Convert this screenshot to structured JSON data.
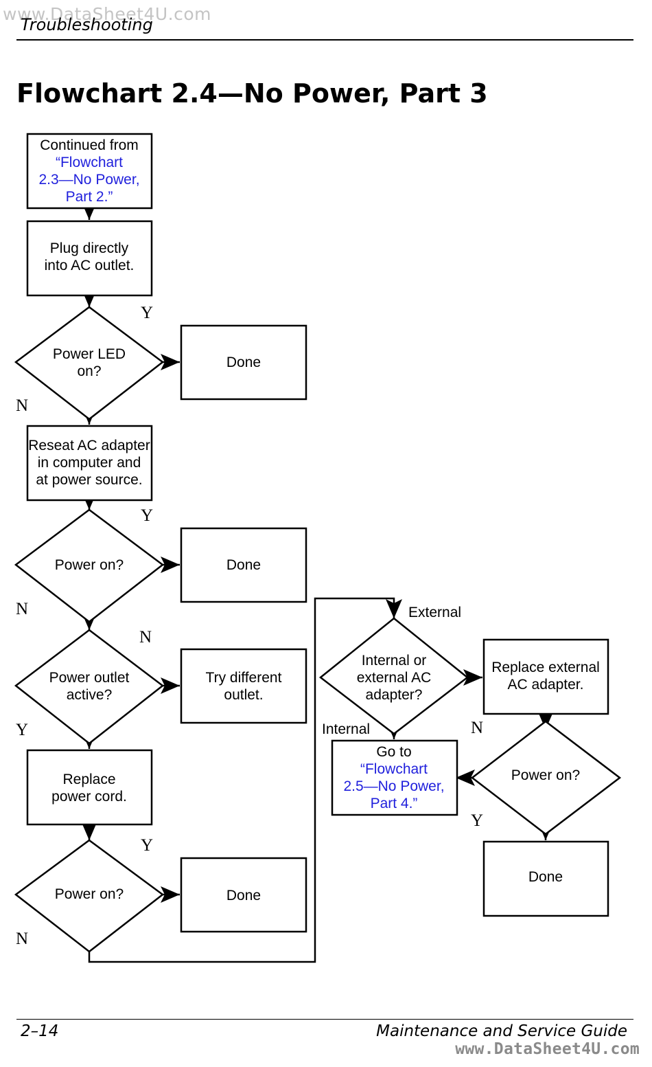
{
  "watermark_top": "www.DataSheet4U.com",
  "watermark_bottom": "www.DataSheet4U.com",
  "header": {
    "section": "Troubleshooting"
  },
  "title": "Flowchart 2.4—No Power, Part 3",
  "footer": {
    "page": "2–14",
    "guide": "Maintenance and Service Guide"
  },
  "flowchart": {
    "continued": {
      "l1": "Continued from",
      "l2": "“Flowchart",
      "l3": "2.3—No Power,",
      "l4": "Part 2.”"
    },
    "plug": {
      "l1": "Plug directly",
      "l2": "into AC outlet."
    },
    "q_led": {
      "l1": "Power LED",
      "l2": "on?"
    },
    "done1": "Done",
    "reseat": {
      "l1": "Reseat AC adapter",
      "l2": "in computer and",
      "l3": "at power source."
    },
    "q_power1": "Power on?",
    "done2": "Done",
    "q_outlet": {
      "l1": "Power outlet",
      "l2": "active?"
    },
    "try_outlet": {
      "l1": "Try different",
      "l2": "outlet."
    },
    "replace_cord": {
      "l1": "Replace",
      "l2": "power cord."
    },
    "q_power2": "Power on?",
    "done3": "Done",
    "q_adapter": {
      "l1": "Internal or",
      "l2": "external AC",
      "l3": "adapter?"
    },
    "replace_ext": {
      "l1": "Replace external",
      "l2": "AC adapter."
    },
    "goto": {
      "l1": "Go to",
      "l2": "“Flowchart",
      "l3": "2.5—No Power,",
      "l4": "Part 4.”"
    },
    "q_power3": "Power on?",
    "done4": "Done",
    "labels": {
      "y": "Y",
      "n": "N",
      "external": "External",
      "internal": "Internal"
    }
  }
}
